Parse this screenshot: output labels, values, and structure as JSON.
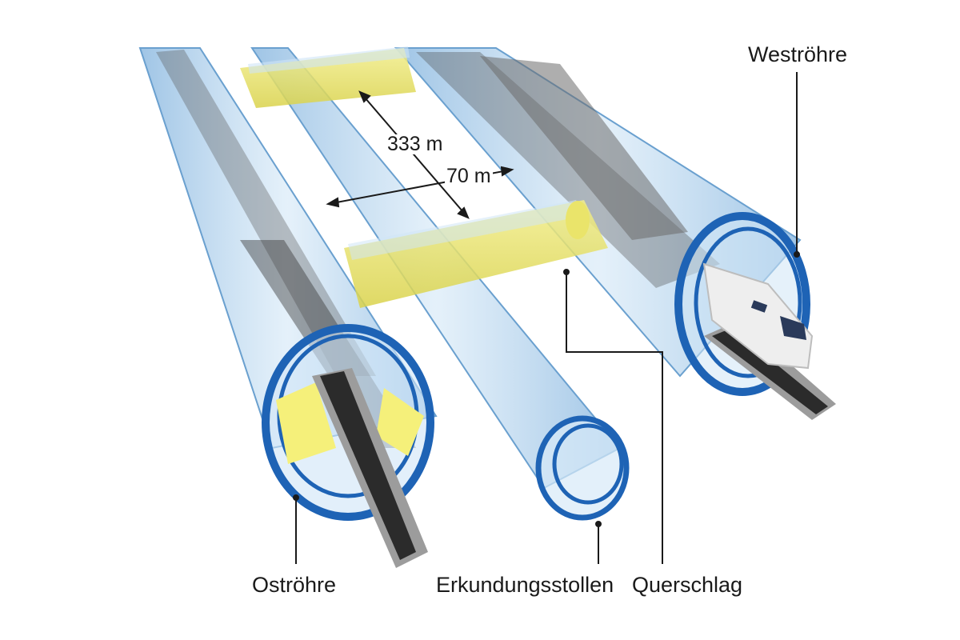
{
  "labels": {
    "westroehre": "Weströhre",
    "ostroehre": "Oströhre",
    "erkundungsstollen": "Erkundungsstollen",
    "querschlag": "Querschlag"
  },
  "dimensions": {
    "cross_passage_spacing": "333 m",
    "tube_spacing": "70 m"
  },
  "colors": {
    "tube_fill": "#a8cdea",
    "tube_ring": "#1e63b5",
    "passage_fill": "#e8e36a",
    "track": "#2b2b2b",
    "rail_edge": "#9c9c9c",
    "train_body": "#eeeeee",
    "train_window": "#2a3a5a",
    "leader_line": "#1a1a1a"
  },
  "icons": {
    "train": "ice-train-icon"
  }
}
